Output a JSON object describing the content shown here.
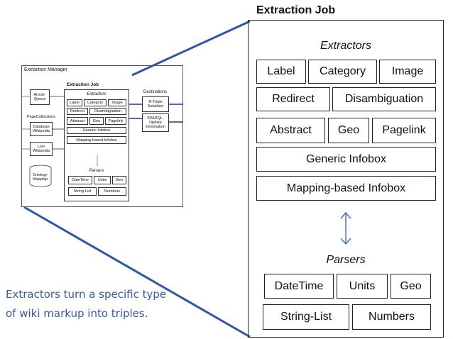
{
  "zoom": {
    "title": "Extraction Job",
    "extractors_label": "Extractors",
    "extractors": [
      "Label",
      "Category",
      "Image",
      "Redirect",
      "Disambiguation",
      "Abstract",
      "Geo",
      "Pagelink",
      "Generic Infobox",
      "Mapping-based Infobox"
    ],
    "parsers_label": "Parsers",
    "parsers": [
      "DateTime",
      "Units",
      "Geo",
      "String-List",
      "Numbers"
    ]
  },
  "thumbnail": {
    "title": "Extraction Manager",
    "job_title": "Extraction Job",
    "extractors_label": "Extractors",
    "parsers_label": "Parsers",
    "article_queue": "Article-Queue",
    "page_collections": "PageCollections",
    "database_wikipedia": "Database Wikipedia",
    "live_wikipedia": "Live Wikipedia",
    "ontology_mappings": "Ontology-Mappings",
    "destinations": "Destinations",
    "n_triple_serializer": "N-Triple Serializer",
    "sparql_update": "SPARQL-Update Destination",
    "extractors": [
      "Label",
      "Category",
      "Image",
      "Redirect",
      "Disambiguation",
      "Abstract",
      "Geo",
      "Pagelink",
      "Generic Infobox",
      "Mapping-based Infobox"
    ],
    "parsers": [
      "DateTime",
      "Units",
      "Geo",
      "String-List",
      "Numbers"
    ]
  },
  "caption": {
    "line1": "Extractors turn a specific type",
    "line2": "of wiki markup into triples."
  },
  "colors": {
    "zoom_lines": "#2f55a5",
    "caption": "#3a5aa0"
  }
}
